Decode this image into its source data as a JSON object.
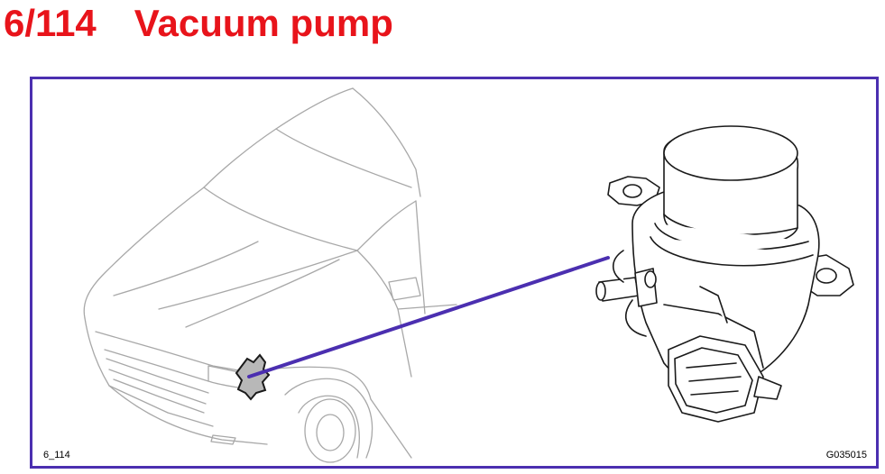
{
  "header": {
    "number": "6/114",
    "name": "Vacuum pump"
  },
  "figure": {
    "ref_left": "6_114",
    "ref_right": "G035015"
  },
  "colors": {
    "title": "#e8141b",
    "frame": "#4b2fb0",
    "leader_line": "#4b2fb0",
    "line_art": "#9a9a9a",
    "component_line": "#1a1a1a"
  }
}
